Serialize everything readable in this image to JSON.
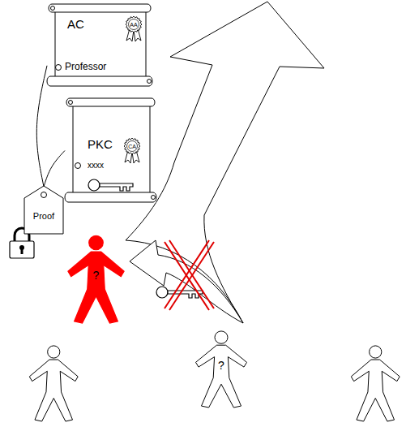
{
  "diagram": {
    "nodes": [
      {
        "text": [
          "AC",
          "Professor"
        ]
      },
      {
        "text": [
          "PKC",
          "xxxx"
        ]
      },
      {
        "text": [
          "Proof"
        ]
      },
      {
        "text": [
          "?"
        ]
      },
      {
        "text": [
          "?"
        ]
      }
    ],
    "edges": [
      {
        "from": 2,
        "to": 0,
        "arrow": "none"
      },
      {
        "from": 2,
        "to": 1,
        "arrow": "none"
      }
    ],
    "labels": [
      "AA",
      "CA"
    ]
  }
}
